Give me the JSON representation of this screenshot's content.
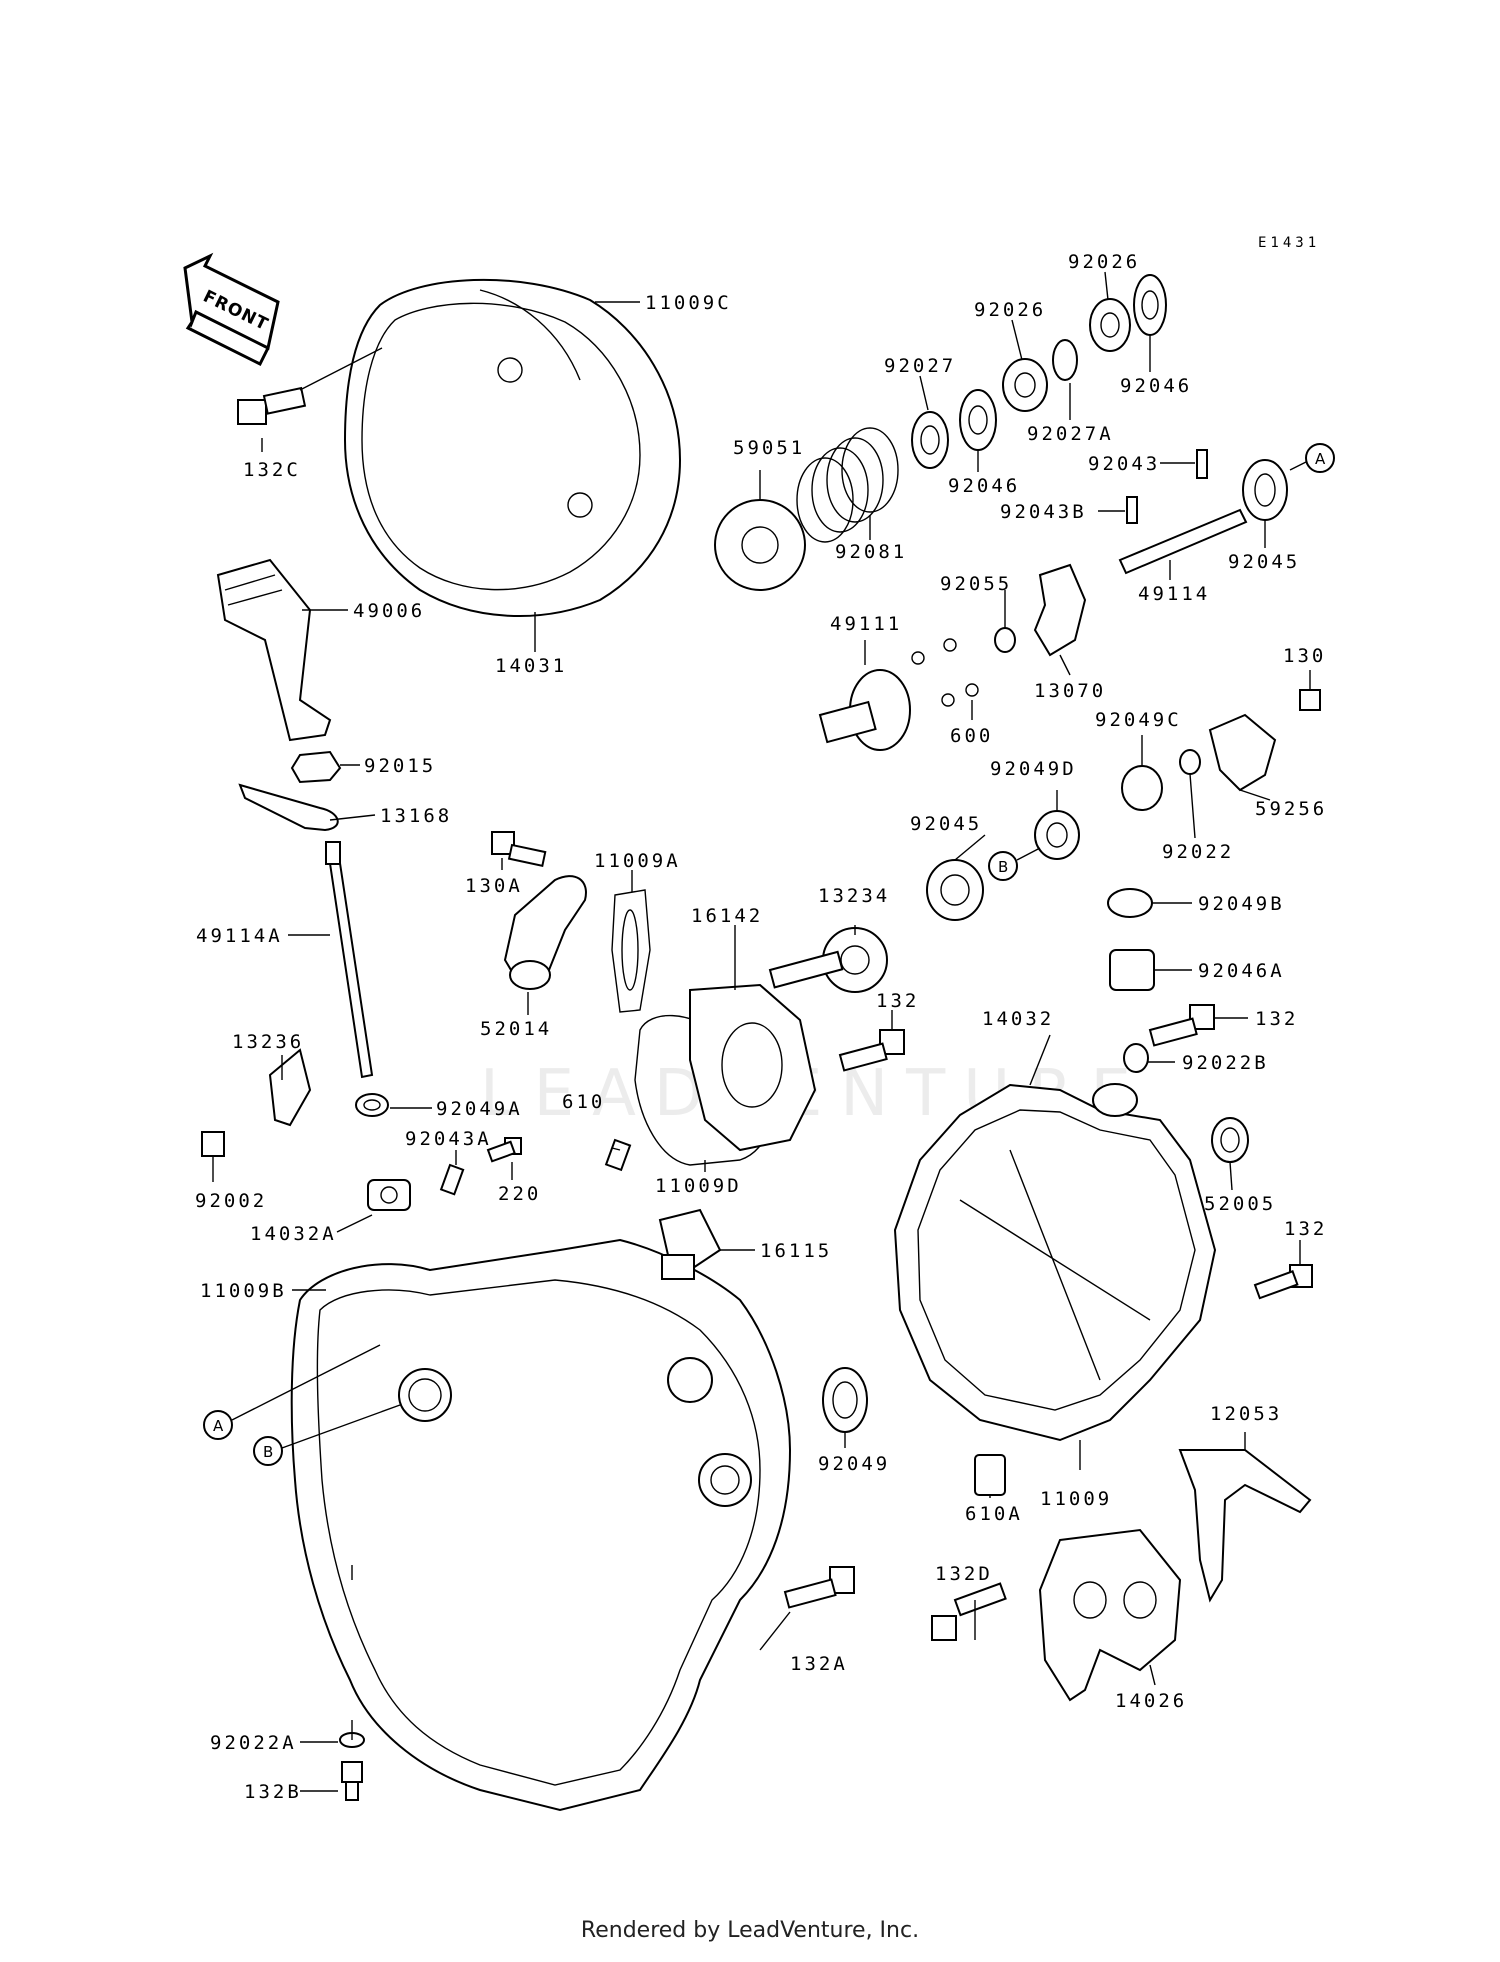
{
  "diagram_code": "E1431",
  "front_arrow_label": "FRONT",
  "watermark_text": "LEADVENTURE",
  "footer_text": "Rendered by LeadVenture, Inc.",
  "parts": [
    {
      "id": "11009C"
    },
    {
      "id": "132C"
    },
    {
      "id": "49006"
    },
    {
      "id": "14031"
    },
    {
      "id": "92015"
    },
    {
      "id": "13168"
    },
    {
      "id": "49114A"
    },
    {
      "id": "13236"
    },
    {
      "id": "92049A"
    },
    {
      "id": "92002"
    },
    {
      "id": "92043A"
    },
    {
      "id": "220"
    },
    {
      "id": "14032A"
    },
    {
      "id": "11009B"
    },
    {
      "id": "A"
    },
    {
      "id": "B"
    },
    {
      "id": "92022A"
    },
    {
      "id": "132B"
    },
    {
      "id": "132A"
    },
    {
      "id": "92049"
    },
    {
      "id": "16115"
    },
    {
      "id": "610"
    },
    {
      "id": "11009D"
    },
    {
      "id": "52014"
    },
    {
      "id": "130A"
    },
    {
      "id": "11009A"
    },
    {
      "id": "16142"
    },
    {
      "id": "13234"
    },
    {
      "id": "132"
    },
    {
      "id": "59051"
    },
    {
      "id": "92081"
    },
    {
      "id": "92027"
    },
    {
      "id": "92026"
    },
    {
      "id": "92046"
    },
    {
      "id": "92027A"
    },
    {
      "id": "92026"
    },
    {
      "id": "92046"
    },
    {
      "id": "92043"
    },
    {
      "id": "92043B"
    },
    {
      "id": "49114"
    },
    {
      "id": "A"
    },
    {
      "id": "92045"
    },
    {
      "id": "92055"
    },
    {
      "id": "13070"
    },
    {
      "id": "49111"
    },
    {
      "id": "600"
    },
    {
      "id": "130"
    },
    {
      "id": "92049C"
    },
    {
      "id": "59256"
    },
    {
      "id": "92022"
    },
    {
      "id": "92049D"
    },
    {
      "id": "92045"
    },
    {
      "id": "B"
    },
    {
      "id": "92049B"
    },
    {
      "id": "92046A"
    },
    {
      "id": "14032"
    },
    {
      "id": "132"
    },
    {
      "id": "92022B"
    },
    {
      "id": "52005"
    },
    {
      "id": "132"
    },
    {
      "id": "11009"
    },
    {
      "id": "610A"
    },
    {
      "id": "12053"
    },
    {
      "id": "132D"
    },
    {
      "id": "14026"
    }
  ]
}
